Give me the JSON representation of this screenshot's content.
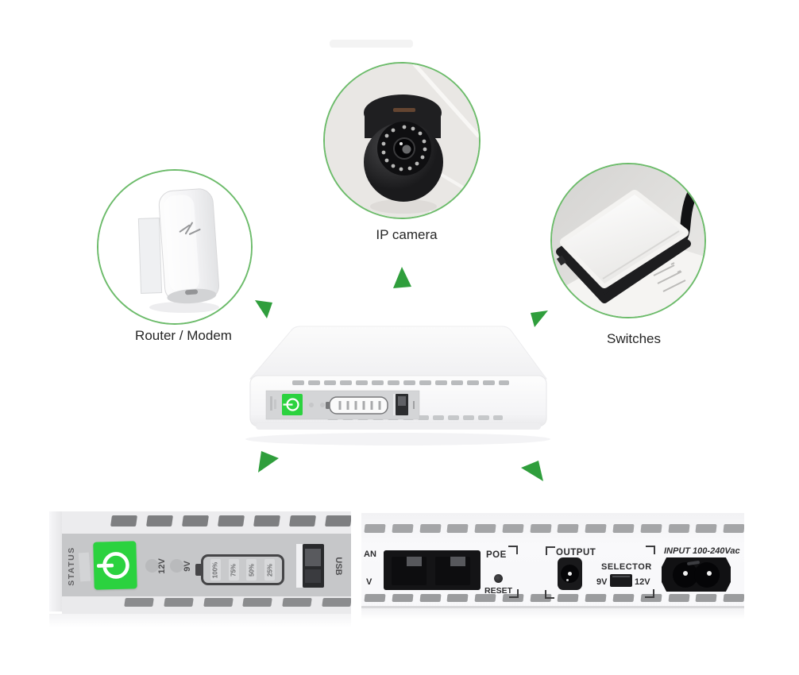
{
  "colors": {
    "circle_border": "#6cbb6a",
    "arrow_green": "#2f9e3c",
    "power_button_green": "#2bd23f"
  },
  "top_devices": {
    "camera_label": "IP camera",
    "router_label": "Router / Modem",
    "switches_label": "Switches"
  },
  "front_panel": {
    "status_label": "STATUS",
    "label_12v": "12V",
    "label_9v": "9V",
    "battery_levels": [
      "100%",
      "75%",
      "50%",
      "25%"
    ],
    "usb_label": "USB"
  },
  "back_panel": {
    "lan_partial_top": "AN",
    "lan_partial_bottom": "V",
    "poe_label": "POE",
    "reset_label": "RESET",
    "output_label": "OUTPUT",
    "selector_label": "SELECTOR",
    "selector_left": "9V",
    "selector_right": "12V",
    "input_label": "INPUT 100-240Vac"
  }
}
